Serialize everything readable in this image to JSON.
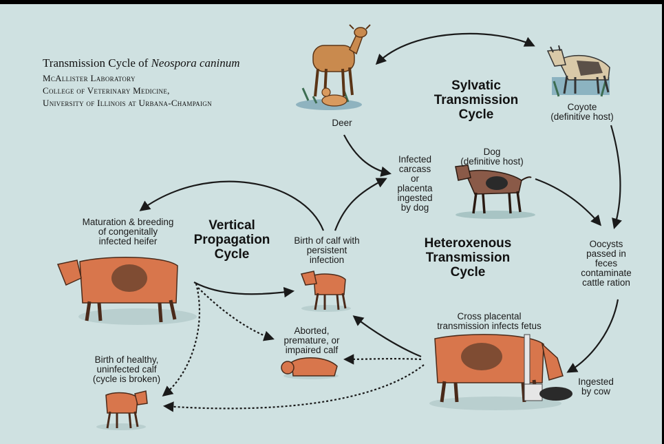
{
  "header": {
    "title_prefix": "Transmission Cycle of ",
    "title_species": "Neospora caninum",
    "lab": "McAllister Laboratory",
    "college": "College of Veterinary Medicine,",
    "university": "University of Illinois at Urbana-Champaign"
  },
  "cycles": {
    "sylvatic": "Sylvatic\nTransmission\nCycle",
    "vertical": "Vertical\nPropagation\nCycle",
    "heteroxenous": "Heteroxenous\nTransmission\nCycle"
  },
  "labels": {
    "deer": "Deer",
    "coyote": "Coyote\n(definitive host)",
    "dog": "Dog\n(definitive host)",
    "carcass": "Infected\ncarcass\nor\nplacenta\ningested\nby dog",
    "oocysts": "Oocysts\npassed in\nfeces\ncontaminate\ncattle ration",
    "ingested": "Ingested\nby cow",
    "cross_placental": "Cross placental\ntransmission infects fetus",
    "birth_persistent": "Birth of calf with\npersistent\ninfection",
    "maturation": "Maturation & breeding\nof congenitally\ninfected heifer",
    "aborted": "Aborted,\npremature, or\nimpaired calf",
    "healthy": "Birth of healthy,\nuninfected calf\n(cycle is broken)"
  },
  "colors": {
    "background": "#cfe1e1",
    "cattle": "#d8764c",
    "cattle_outline": "#4a2a1a",
    "deer": "#c98a4e",
    "dog": "#8a5a48",
    "coyote": "#d9c9a8",
    "arrow": "#1a1a1a"
  },
  "icons": [
    "deer-icon",
    "coyote-icon",
    "dog-icon",
    "cow-icon",
    "calf-icon",
    "feed-bin-icon"
  ]
}
